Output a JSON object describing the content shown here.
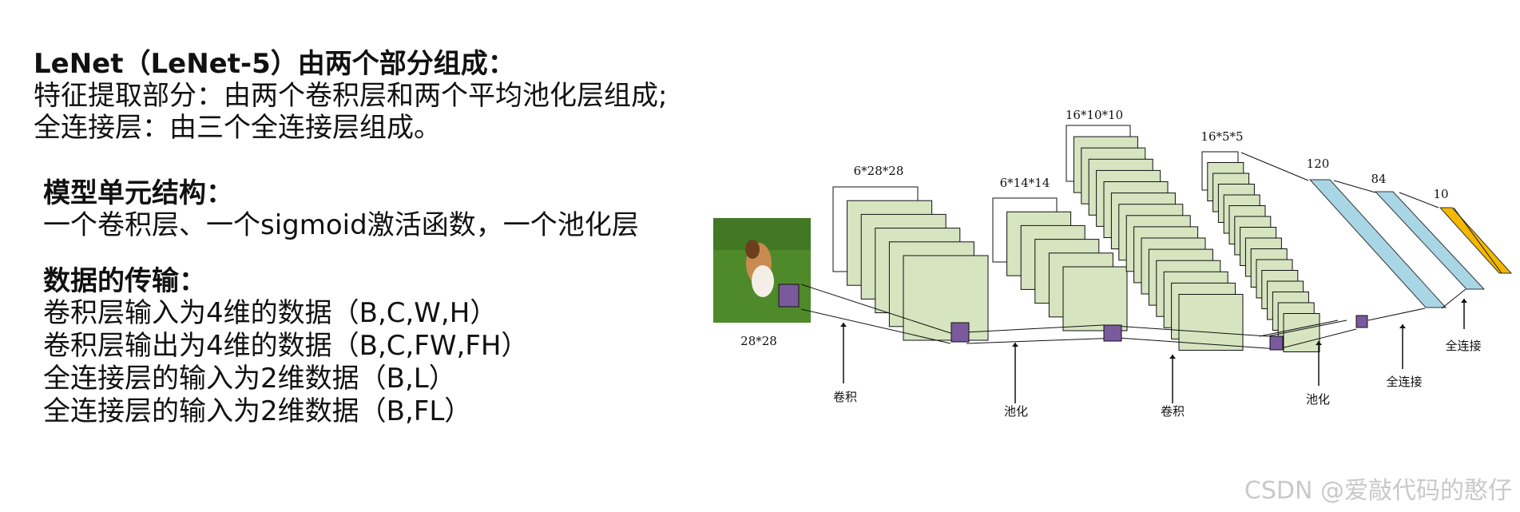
{
  "intro": {
    "heading": "LeNet（LeNet-5）由两个部分组成：",
    "line1": "特征提取部分：由两个卷积层和两个平均池化层组成;",
    "line2": "全连接层：由三个全连接层组成。"
  },
  "unit": {
    "heading": "模型单元结构：",
    "line1": "一个卷积层、一个sigmoid激活函数，一个池化层"
  },
  "transfer": {
    "heading": "数据的传输：",
    "lines": [
      "卷积层输入为4维的数据（B,C,W,H）",
      "卷积层输出为4维的数据（B,C,FW,FH）",
      "全连接层的输入为2维数据（B,L）",
      "全连接层的输入为2维数据（B,FL）"
    ]
  },
  "diagram": {
    "input_size": "28*28",
    "dims": {
      "c1": "6*28*28",
      "s2": "6*14*14",
      "c3": "16*10*10",
      "s4": "16*5*5",
      "f5": "120",
      "f6": "84",
      "out": "10"
    },
    "ops": {
      "conv1": "卷积",
      "pool1": "池化",
      "conv2": "卷积",
      "pool2": "池化",
      "fc1": "全连接",
      "fc2": "全连接"
    },
    "colors": {
      "map_fill": "#d6e4c0",
      "kernel_fill": "#7a5a9c",
      "fc_blue": "#a9d6e5",
      "fc_out": "#f5b800",
      "grass": "#4f8a2a"
    }
  },
  "watermark": "CSDN @爱敲代码的憨仔"
}
